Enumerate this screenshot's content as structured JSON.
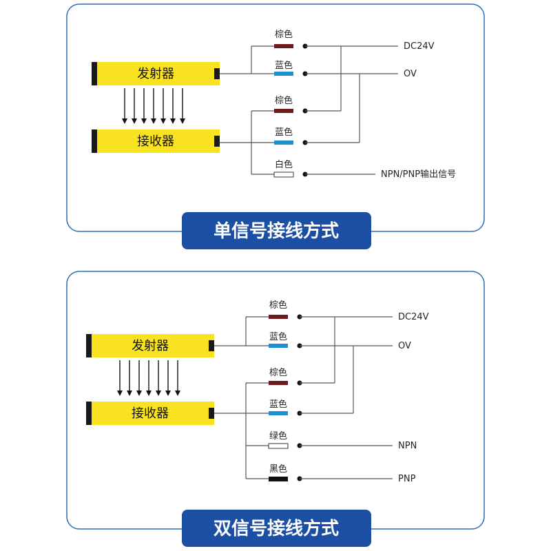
{
  "colors": {
    "panel_border": "#2b6db5",
    "banner_bg": "#1b4fa3",
    "banner_text": "#ffffff",
    "bar_yellow": "#f9e21f",
    "bar_end": "#1a1a1a",
    "brown": "#6e1a1a",
    "blue": "#1e8fd0",
    "white": "#ffffff",
    "black": "#111111",
    "wire": "#555555"
  },
  "panel_single": {
    "title": "单信号接线方式",
    "emitter_label": "发射器",
    "receiver_label": "接收器",
    "wires": [
      {
        "label": "棕色",
        "color": "brown"
      },
      {
        "label": "蓝色",
        "color": "blue"
      },
      {
        "label": "棕色",
        "color": "brown"
      },
      {
        "label": "蓝色",
        "color": "blue"
      },
      {
        "label": "白色",
        "color": "white"
      }
    ],
    "outputs": {
      "dc": "DC24V",
      "ov": "OV",
      "signal": "NPN/PNP输出信号"
    }
  },
  "panel_double": {
    "title": "双信号接线方式",
    "emitter_label": "发射器",
    "receiver_label": "接收器",
    "wires": [
      {
        "label": "棕色",
        "color": "brown"
      },
      {
        "label": "蓝色",
        "color": "blue"
      },
      {
        "label": "棕色",
        "color": "brown"
      },
      {
        "label": "蓝色",
        "color": "blue"
      },
      {
        "label": "绿色",
        "color": "white"
      },
      {
        "label": "黑色",
        "color": "black"
      }
    ],
    "outputs": {
      "dc": "DC24V",
      "ov": "OV",
      "npn": "NPN",
      "pnp": "PNP"
    }
  }
}
